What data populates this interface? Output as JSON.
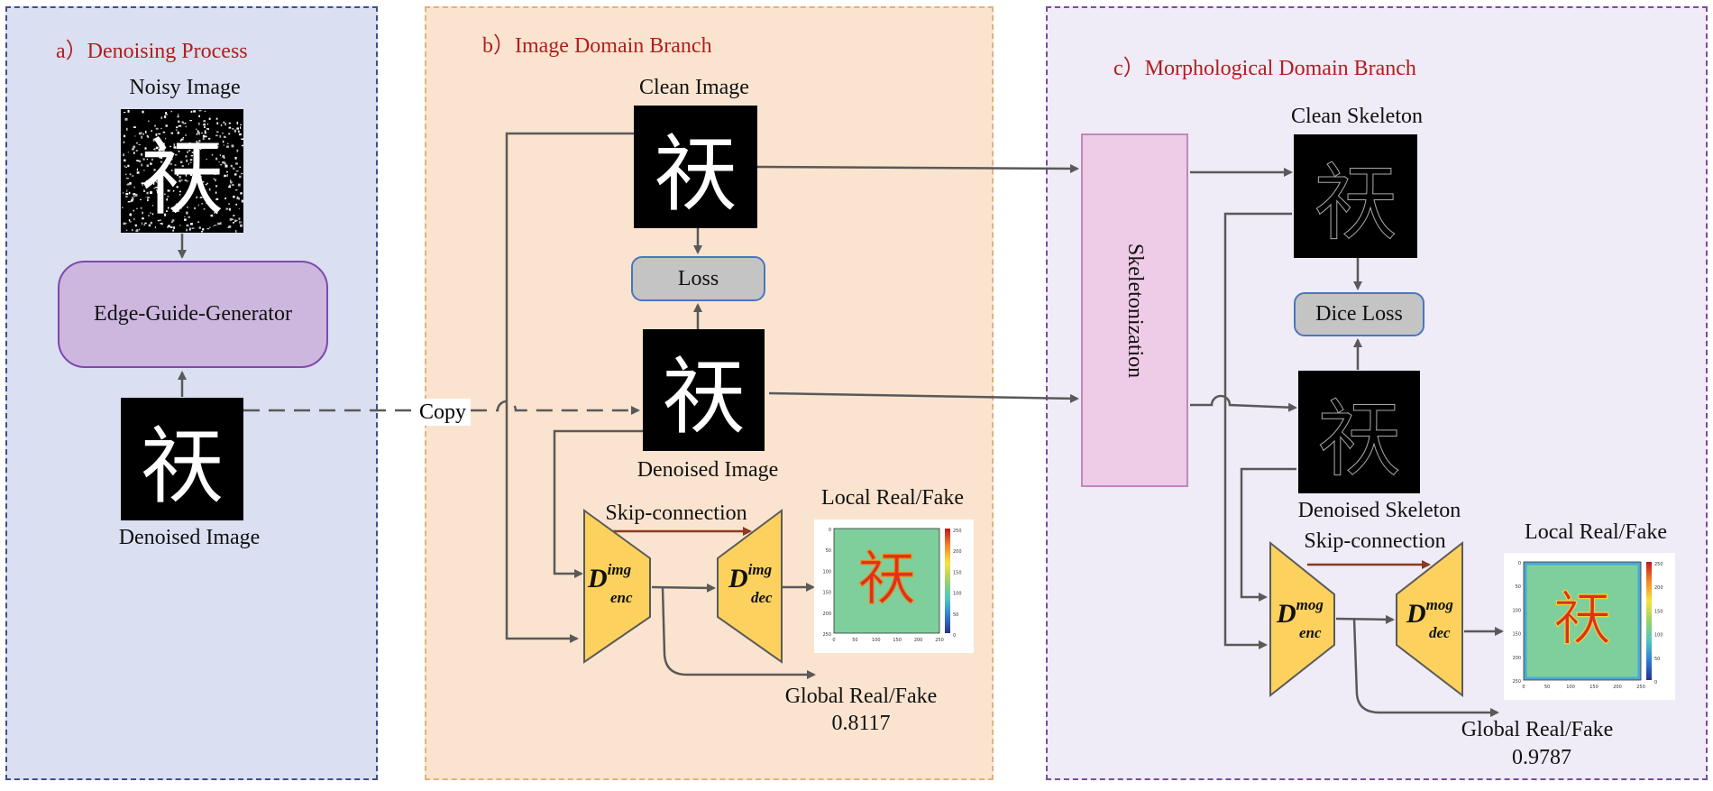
{
  "panels": {
    "a": {
      "title": "a）Denoising Process"
    },
    "b": {
      "title": "b）Image Domain Branch"
    },
    "c": {
      "title": "c）Morphological Domain Branch"
    }
  },
  "glyph": "祆",
  "labels": {
    "noisy_image": "Noisy Image",
    "generator": "Edge-Guide-Generator",
    "denoised_image_a": "Denoised Image",
    "copy": "Copy",
    "clean_image": "Clean Image",
    "loss": "Loss",
    "denoised_image_b": "Denoised Image",
    "skip_connection_b": "Skip-connection",
    "local_real_fake_b": "Local Real/Fake",
    "global_real_fake_b": "Global Real/Fake",
    "global_score_b": "0.8117",
    "skeletonization": "Skeletonization",
    "clean_skeleton": "Clean Skeleton",
    "dice_loss": "Dice Loss",
    "denoised_skeleton": "Denoised Skeleton",
    "skip_connection_c": "Skip-connection",
    "local_real_fake_c": "Local Real/Fake",
    "global_real_fake_c": "Global Real/Fake",
    "global_score_c": "0.9787"
  },
  "discriminators": {
    "img_enc": {
      "base": "D",
      "sup": "img",
      "sub": "enc"
    },
    "img_dec": {
      "base": "D",
      "sup": "img",
      "sub": "dec"
    },
    "mog_enc": {
      "base": "D",
      "sup": "mog",
      "sub": "enc"
    },
    "mog_dec": {
      "base": "D",
      "sup": "mog",
      "sub": "dec"
    }
  },
  "heatmap_b": {
    "ticks_y": [
      "0",
      "50",
      "100",
      "150",
      "200",
      "250"
    ],
    "ticks_x": [
      "0",
      "50",
      "100",
      "150",
      "200",
      "250"
    ],
    "colorbar": [
      "250",
      "200",
      "150",
      "100",
      "50",
      "0"
    ]
  },
  "heatmap_c": {
    "ticks_y": [
      "0",
      "50",
      "100",
      "150",
      "200",
      "250"
    ],
    "ticks_x": [
      "0",
      "50",
      "100",
      "150",
      "200",
      "250"
    ],
    "colorbar": [
      "250",
      "200",
      "150",
      "100",
      "50",
      "0"
    ]
  },
  "colors": {
    "accent_title": "#b11e1e",
    "arrow": "#595959",
    "skip_arrow": "#8b3a1e",
    "trapezoid": "#fdd15e"
  }
}
